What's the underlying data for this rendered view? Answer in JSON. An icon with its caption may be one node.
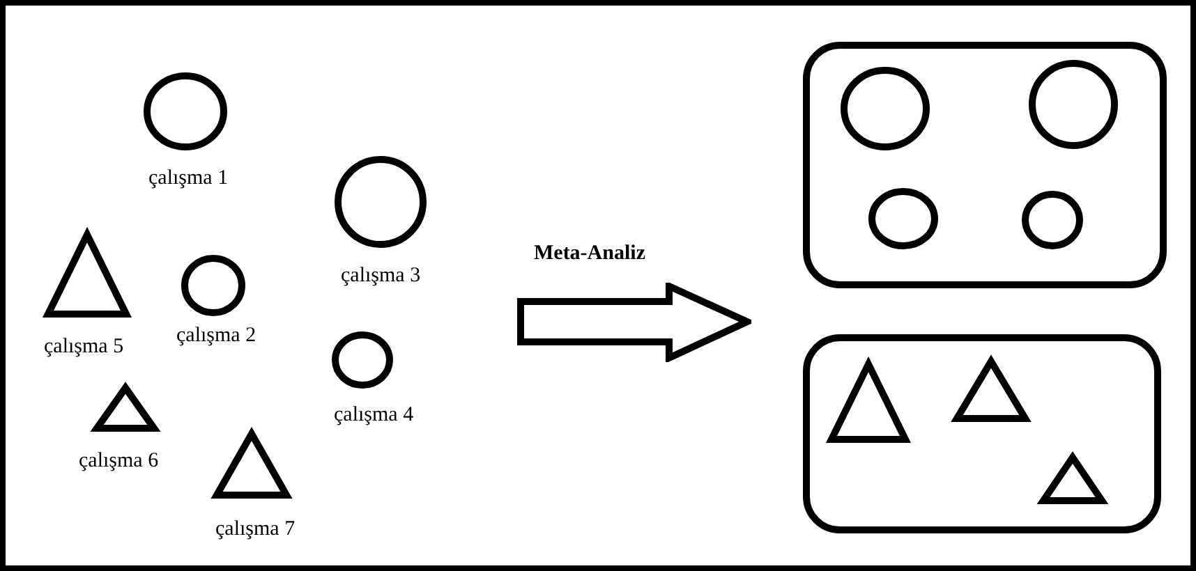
{
  "diagram": {
    "nodes": [
      {
        "text": [],
        "shape": "circle",
        "beside": [
          "çalışma 1"
        ]
      },
      {
        "text": [],
        "shape": "circle",
        "beside": [
          "çalışma 3"
        ]
      },
      {
        "text": [],
        "shape": "triangle",
        "beside": [
          "çalışma 5"
        ]
      },
      {
        "text": [],
        "shape": "circle",
        "beside": [
          "çalışma 2"
        ]
      },
      {
        "text": [],
        "shape": "circle",
        "beside": [
          "çalışma 4"
        ]
      },
      {
        "text": [],
        "shape": "triangle",
        "beside": [
          "çalışma 6"
        ]
      },
      {
        "text": [],
        "shape": "triangle",
        "beside": [
          "çalışma 7"
        ]
      },
      {
        "text": [],
        "shape": "box"
      },
      {
        "text": [],
        "shape": "circle",
        "in": 7
      },
      {
        "text": [],
        "shape": "circle",
        "in": 7
      },
      {
        "text": [],
        "shape": "circle",
        "in": 7
      },
      {
        "text": [],
        "shape": "circle",
        "in": 7
      },
      {
        "text": [],
        "shape": "box"
      },
      {
        "text": [],
        "shape": "triangle",
        "in": 12
      },
      {
        "text": [],
        "shape": "triangle",
        "in": 12
      },
      {
        "text": [],
        "shape": "triangle",
        "in": 12
      }
    ],
    "edges": [],
    "labels": [
      "Meta-Analiz"
    ]
  }
}
